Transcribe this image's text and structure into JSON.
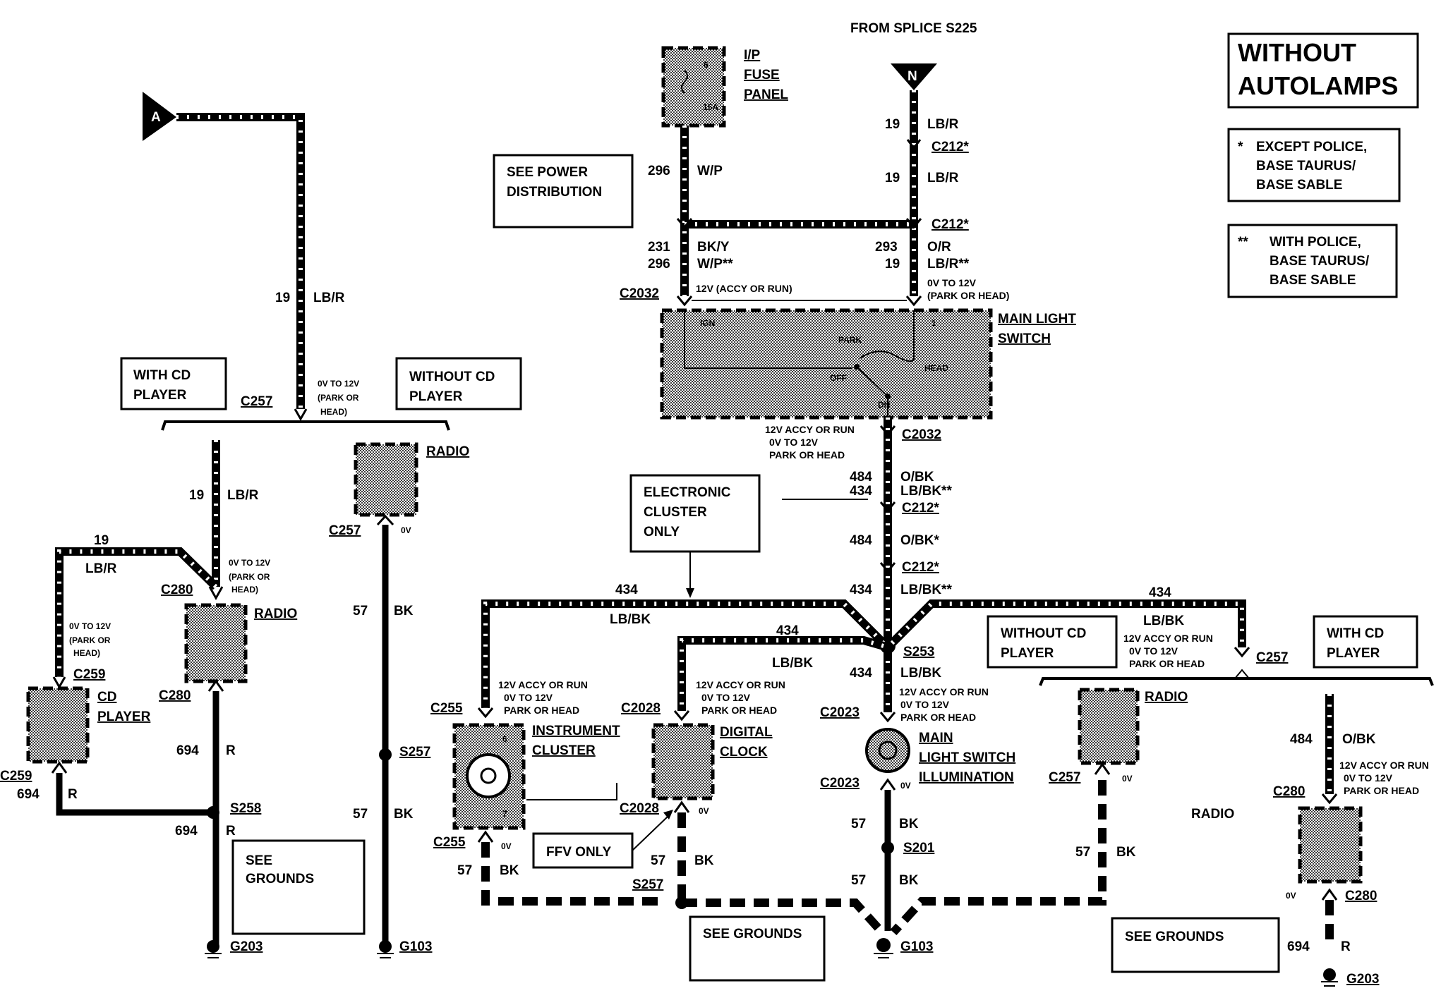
{
  "header": {
    "from_splice": "FROM SPLICE S225",
    "title_line1": "WITHOUT",
    "title_line2": "AUTOLAMPS"
  },
  "notes": {
    "star_symbol": "*",
    "star_line1": "EXCEPT POLICE,",
    "star_line2": "BASE TAURUS/",
    "star_line3": "BASE SABLE",
    "dstar_symbol": "**",
    "dstar_line1": "WITH POLICE,",
    "dstar_line2": "BASE TAURUS/",
    "dstar_line3": "BASE SABLE"
  },
  "markers": {
    "a": "A",
    "n": "N"
  },
  "fuse_panel": {
    "line1": "I/P",
    "line2": "FUSE",
    "line3": "PANEL",
    "fuse_no": "6",
    "rating": "15A"
  },
  "see_power": {
    "line1": "SEE POWER",
    "line2": "DISTRIBUTION"
  },
  "wires": {
    "c296": "296",
    "c296_color": "W/P",
    "c19": "19",
    "c19_color": "LB/R",
    "c231": "231",
    "c231_color": "BK/Y",
    "c296b": "296",
    "c296b_color": "W/P**",
    "c293": "293",
    "c293_color": "O/R",
    "c19b": "19",
    "c19b_color": "LB/R**",
    "c484": "484",
    "c484_color": "O/BK",
    "c434": "434",
    "c434_color": "LB/BK**",
    "c484b": "484",
    "c484b_color": "O/BK*",
    "c434b": "434",
    "c434b_color": "LB/BK**",
    "c434c": "434",
    "c434c_color": "LB/BK",
    "c57": "57",
    "c57_color": "BK",
    "c694": "694",
    "c694_color": "R"
  },
  "connectors": {
    "c212s": "C212*",
    "c2032": "C2032",
    "c212": "C212*",
    "c255": "C255",
    "c2028": "C2028",
    "c2023": "C2023",
    "c257": "C257",
    "c280": "C280",
    "c259": "C259"
  },
  "splices": {
    "s253": "S253",
    "s201": "S201",
    "s257": "S257",
    "s258": "S258"
  },
  "grounds": {
    "g103": "G103",
    "g203": "G203"
  },
  "voltages": {
    "accy_run": "12V (ACCY OR RUN)",
    "park_head_1": "0V TO 12V",
    "park_head_2": "(PARK OR  HEAD)",
    "accy_a": "12V ACCY OR RUN",
    "accy_b": "0V TO 12V",
    "accy_c": "PARK OR HEAD",
    "ph_a": "0V TO 12V",
    "ph_b": "(PARK OR",
    "ph_c": "HEAD)",
    "zero": "0V"
  },
  "switch": {
    "line1": "MAIN LIGHT",
    "line2": "SWITCH",
    "ign": "IGN",
    "park": "PARK",
    "head": "HEAD",
    "off": "OFF",
    "dn": "DN",
    "pin1": "1"
  },
  "components": {
    "elec_cluster_1": "ELECTRONIC",
    "elec_cluster_2": "CLUSTER",
    "elec_cluster_3": "ONLY",
    "inst_1": "INSTRUMENT",
    "inst_2": "CLUSTER",
    "inst_pin_top": "6",
    "inst_pin_bot": "7",
    "clock_1": "DIGITAL",
    "clock_2": "CLOCK",
    "illum_1": "MAIN",
    "illum_2": "LIGHT SWITCH",
    "illum_3": "ILLUMINATION",
    "ffv": "FFV ONLY",
    "radio": "RADIO",
    "cd_1": "CD",
    "cd_2": "PLAYER",
    "with_cd_1": "WITH CD",
    "with_cd_2": "PLAYER",
    "without_cd_1": "WITHOUT CD",
    "without_cd_2": "PLAYER",
    "see_grounds": "SEE GROUNDS",
    "see_1": "SEE",
    "see_2": "GROUNDS"
  }
}
